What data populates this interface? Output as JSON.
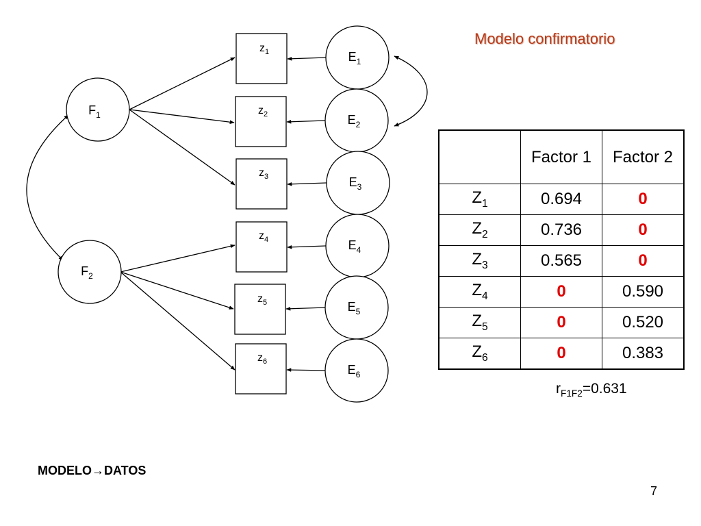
{
  "title": "Modelo confirmatorio",
  "factors": [
    {
      "letter": "F",
      "sub": "1"
    },
    {
      "letter": "F",
      "sub": "2"
    }
  ],
  "indicators": [
    {
      "letter": "z",
      "sub": "1"
    },
    {
      "letter": "z",
      "sub": "2"
    },
    {
      "letter": "z",
      "sub": "3"
    },
    {
      "letter": "z",
      "sub": "4"
    },
    {
      "letter": "z",
      "sub": "5"
    },
    {
      "letter": "z",
      "sub": "6"
    }
  ],
  "errors": [
    {
      "letter": "E",
      "sub": "1"
    },
    {
      "letter": "E",
      "sub": "2"
    },
    {
      "letter": "E",
      "sub": "3"
    },
    {
      "letter": "E",
      "sub": "4"
    },
    {
      "letter": "E",
      "sub": "5"
    },
    {
      "letter": "E",
      "sub": "6"
    }
  ],
  "table": {
    "headers": [
      "",
      "Factor 1",
      "Factor 2"
    ],
    "rows": [
      {
        "var": "Z",
        "sub": "1",
        "f1": "0.694",
        "f2": "0",
        "f1_zero": false,
        "f2_zero": true
      },
      {
        "var": "Z",
        "sub": "2",
        "f1": "0.736",
        "f2": "0",
        "f1_zero": false,
        "f2_zero": true
      },
      {
        "var": "Z",
        "sub": "3",
        "f1": "0.565",
        "f2": "0",
        "f1_zero": false,
        "f2_zero": true
      },
      {
        "var": "Z",
        "sub": "4",
        "f1": "0",
        "f2": "0.590",
        "f1_zero": true,
        "f2_zero": false
      },
      {
        "var": "Z",
        "sub": "5",
        "f1": "0",
        "f2": "0.520",
        "f1_zero": true,
        "f2_zero": false
      },
      {
        "var": "Z",
        "sub": "6",
        "f1": "0",
        "f2": "0.383",
        "f1_zero": true,
        "f2_zero": false
      }
    ]
  },
  "correlation": {
    "symbol": "r",
    "sub": "F1F2",
    "value": "=0.631"
  },
  "footer": {
    "left": "MODELO",
    "arrow": "→",
    "right": "DATOS"
  },
  "page_number": "7"
}
